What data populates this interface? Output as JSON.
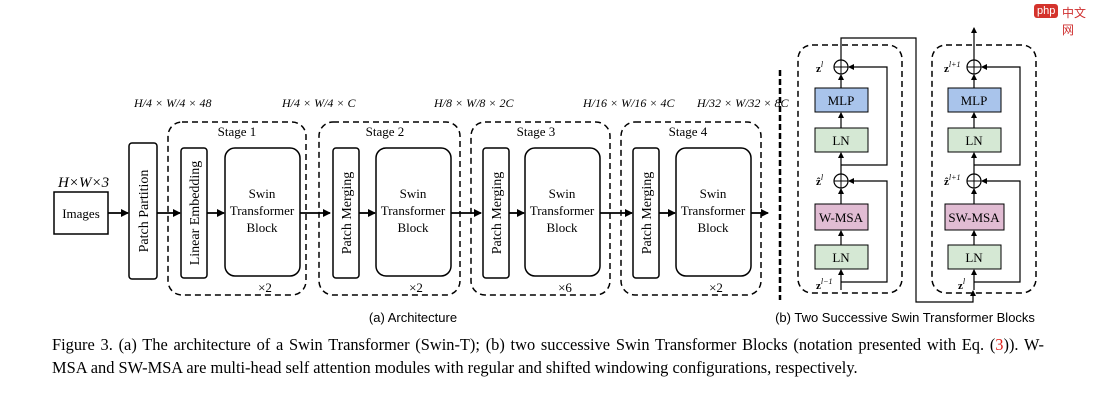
{
  "input": {
    "label": "Images",
    "dims": "H×W×3"
  },
  "patch_partition": "Patch Partition",
  "linear_embedding": "Linear Embedding",
  "patch_merging": "Patch Merging",
  "block_lines": [
    "Swin",
    "Transformer",
    "Block"
  ],
  "stages": [
    {
      "title": "Stage 1",
      "repeat": "×2",
      "dim": "H/4 × W/4 × C"
    },
    {
      "title": "Stage 2",
      "repeat": "×2",
      "dim": "H/8 × W/8 × 2C"
    },
    {
      "title": "Stage 3",
      "repeat": "×6",
      "dim": "H/16 × W/16 × 4C"
    },
    {
      "title": "Stage 4",
      "repeat": "×2",
      "dim": "H/32 × W/32 × 8C"
    }
  ],
  "partition_dim": "H/4 × W/4 × 48",
  "sublabel_a": "(a) Architecture",
  "sublabel_b": "(b) Two Successive Swin Transformer Blocks",
  "block_a": {
    "top": "MLP",
    "ln": "LN",
    "attn": "W-MSA"
  },
  "block_b": {
    "top": "MLP",
    "ln": "LN",
    "attn": "SW-MSA"
  },
  "colors": {
    "mlp": "#a9c4eb",
    "ln": "#d5e8d4",
    "attn": "#e1bcd3"
  },
  "caption": {
    "part1": "Figure 3. (a) The architecture of a Swin Transformer (Swin-T); (b) two successive Swin Transformer Blocks (notation presented with Eq. (",
    "ref": "3",
    "part2": ")). W-MSA and SW-MSA are multi-head self attention modules with regular and shifted windowing configurations, respectively."
  },
  "watermark": {
    "badge": "php",
    "text": "中文网"
  }
}
